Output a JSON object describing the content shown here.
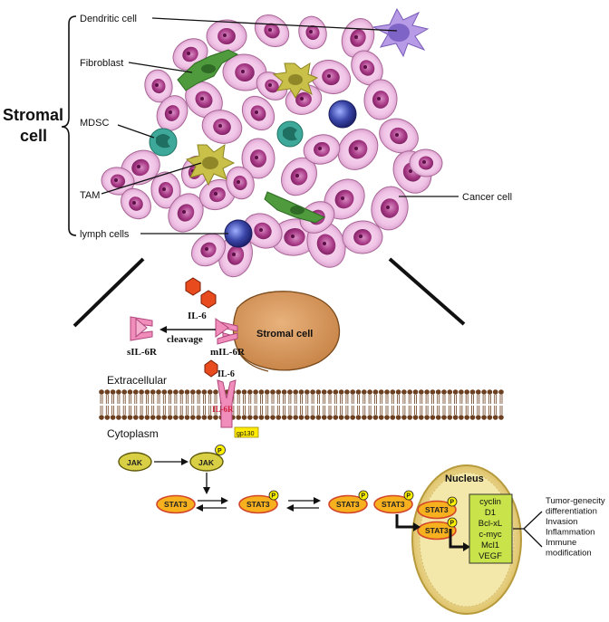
{
  "stromal": {
    "title_line1": "Stromal",
    "title_line2": "cell",
    "labels": {
      "dendritic": "Dendritic cell",
      "fibroblast": "Fibroblast",
      "mdsc": "MDSC",
      "tam": "TAM",
      "lymph": "lymph cells",
      "cancer": "Cancer cell"
    }
  },
  "signaling": {
    "il6_top": "IL-6",
    "cleavage": "cleavage",
    "sil6r": "sIL-6R",
    "mil6r": "mIL-6R",
    "stromal_cell": "Stromal cell",
    "extracellular": "Extracellular",
    "il6_membrane": "IL-6",
    "il6r_membrane": "IL-6R",
    "gp130": "gp130",
    "cytoplasm": "Cytoplasm",
    "jak": "JAK",
    "jak_p": "JAK",
    "p": "P",
    "stat3": "STAT3",
    "nucleus": "Nucleus",
    "targets": [
      "cyclin",
      "D1",
      "Bcl-xL",
      "c-myc",
      "Mcl1",
      "VEGF"
    ],
    "outcomes": [
      "Tumor-genecity",
      "differentiation",
      "Invasion",
      "Inflammation",
      "Immune",
      "modification"
    ]
  },
  "colors": {
    "cancer_cell_fill": "#f2c6ea",
    "nucleus_fill": "#9c2f7c",
    "stromal_cell": "#d99a5e",
    "receptor": "#f08dbb",
    "il6": "#e84c1e",
    "stat3": "#f7b11e",
    "p_badge": "#fff200",
    "nucleus_box": "#f3e7a9",
    "target_box": "#c9e34a",
    "membrane": "#6b3f1f"
  }
}
